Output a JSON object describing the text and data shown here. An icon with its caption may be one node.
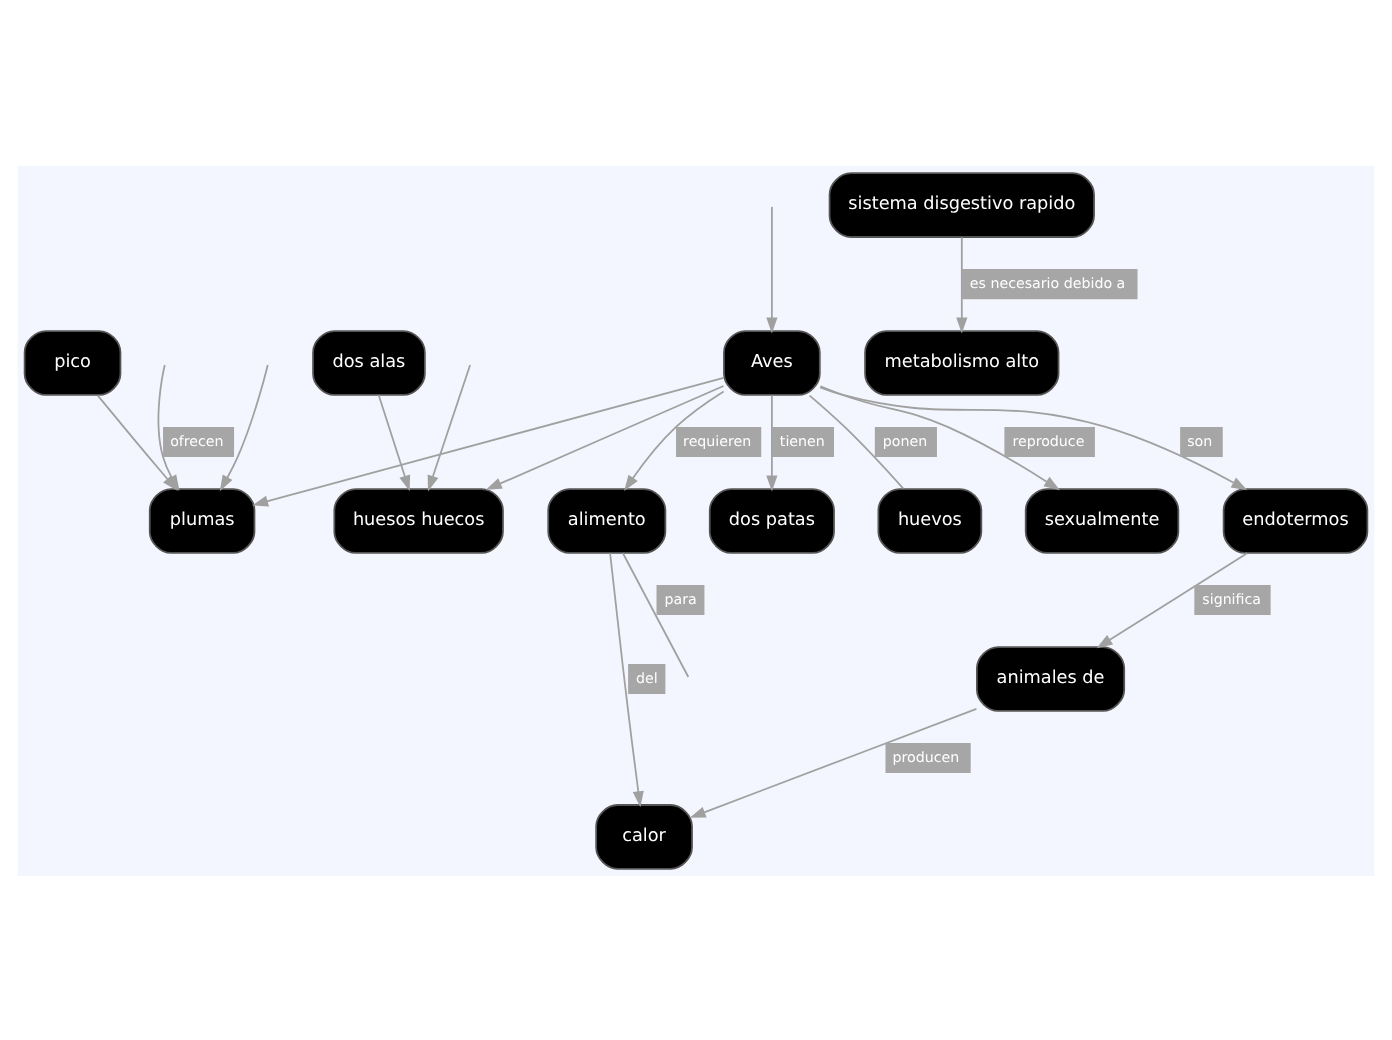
{
  "diagram": {
    "nodes": [
      {
        "text": [
          "Aves"
        ]
      },
      {
        "text": [
          "dos patas"
        ]
      },
      {
        "text": [
          "huevos"
        ]
      },
      {
        "text": [
          "sexualmente"
        ]
      },
      {
        "text": [
          "endotermos"
        ]
      },
      {
        "text": [
          "pico"
        ]
      },
      {
        "text": [
          "plumas"
        ]
      },
      {
        "text": [
          "alimento"
        ]
      },
      {
        "text": [
          "animales de"
        ]
      },
      {
        "text": [
          "dos alas"
        ]
      },
      {
        "text": [
          "huesos huecos"
        ]
      },
      {
        "text": [
          "sistema disgestivo rapido"
        ]
      },
      {
        "text": [
          "calor"
        ]
      },
      {
        "text": [
          "metabolismo alto"
        ]
      }
    ],
    "edges": [
      {
        "from": null,
        "to": 0,
        "arrow": "to"
      },
      {
        "from": 0,
        "to": 1,
        "label": "tienen",
        "arrow": "to"
      },
      {
        "from": 0,
        "to": 6,
        "arrow": "to"
      },
      {
        "from": 0,
        "to": 10,
        "arrow": "to"
      },
      {
        "from": 0,
        "to": 2,
        "label": "ponen",
        "arrow": "none"
      },
      {
        "from": 0,
        "to": 3,
        "label": "reproduce",
        "arrow": "to"
      },
      {
        "from": 0,
        "to": 4,
        "label": "son",
        "arrow": "to"
      },
      {
        "from": 0,
        "to": 7,
        "label": "requieren",
        "arrow": "to"
      },
      {
        "from": 5,
        "to": 6,
        "arrow": "to"
      },
      {
        "from": 9,
        "to": 10,
        "arrow": "to"
      },
      {
        "from": 4,
        "to": 8,
        "label": "significa",
        "arrow": "to"
      },
      {
        "from": 7,
        "to": 12,
        "label": "del",
        "arrow": "to"
      },
      {
        "from": 8,
        "to": 12,
        "label": "producen",
        "arrow": "to"
      },
      {
        "from": 7,
        "to": null,
        "label": "para",
        "arrow": "none"
      },
      {
        "from": 11,
        "to": 13,
        "label": "es necesario debido a",
        "arrow": "to"
      },
      {
        "from": null,
        "to": 10,
        "arrow": "to"
      },
      {
        "from": null,
        "to": 6,
        "label": "ofrecen",
        "arrow": "to"
      },
      {
        "from": null,
        "to": 6,
        "arrow": "to"
      }
    ]
  }
}
